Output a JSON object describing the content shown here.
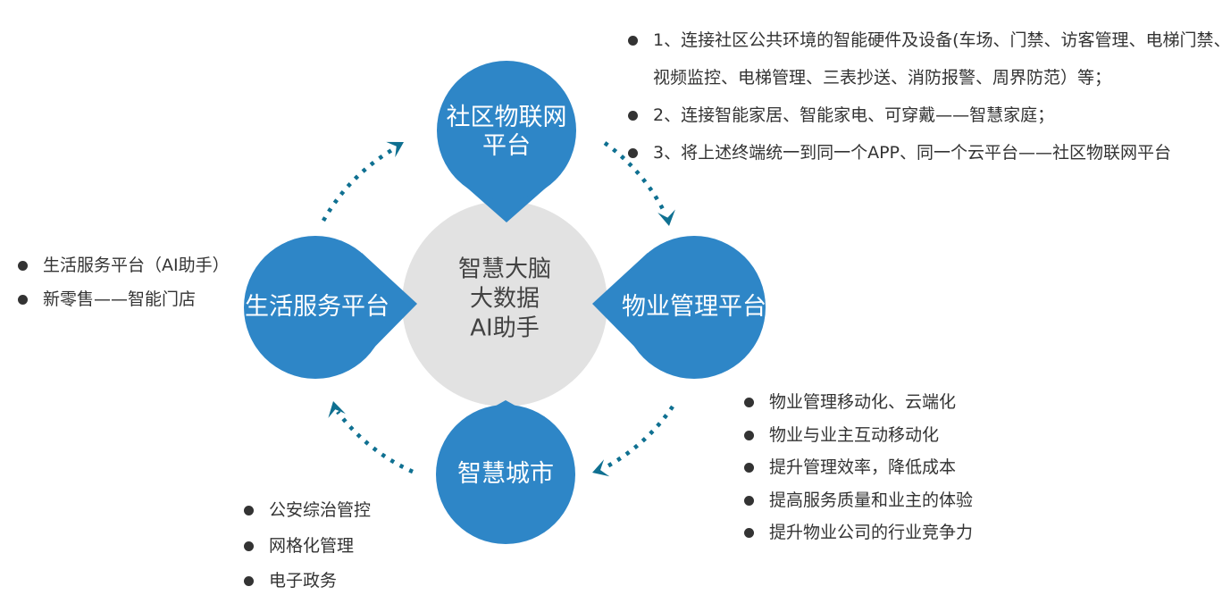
{
  "center": {
    "lines": [
      "智慧大脑",
      "大数据",
      "AI助手"
    ]
  },
  "nodes": {
    "top": {
      "lines": [
        "社区物联网",
        "平台"
      ]
    },
    "right": {
      "label": "物业管理平台"
    },
    "bottom": {
      "label": "智慧城市"
    },
    "left": {
      "label": "生活服务平台"
    }
  },
  "lists": {
    "iot": {
      "items": [
        "1、连接社区公共环境的智能硬件及设备(车场、门禁、访客管理、电梯门禁、视频监控、电梯管理、三表抄送、消防报警、周界防范）等；",
        "2、连接智能家居、智能家电、可穿戴——智慧家庭；",
        "3、将上述终端统一到同一个APP、同一个云平台——社区物联网平台"
      ]
    },
    "life": {
      "items": [
        "生活服务平台（AI助手）",
        "新零售——智能门店"
      ]
    },
    "property": {
      "items": [
        "物业管理移动化、云端化",
        "物业与业主互动移动化",
        "提升管理效率，降低成本",
        "提高服务质量和业主的体验",
        "提升物业公司的行业竞争力"
      ]
    },
    "city": {
      "items": [
        "公安综治管控",
        "网格化管理",
        "电子政务"
      ]
    }
  },
  "flow": {
    "direction": "clockwise"
  },
  "colors": {
    "node_blue": "#2E86C7",
    "center_gray": "#E2E2E2",
    "arrow_teal": "#0F7091",
    "list_text": "#333333",
    "center_text": "#424242",
    "node_text": "#FFFFFF"
  }
}
